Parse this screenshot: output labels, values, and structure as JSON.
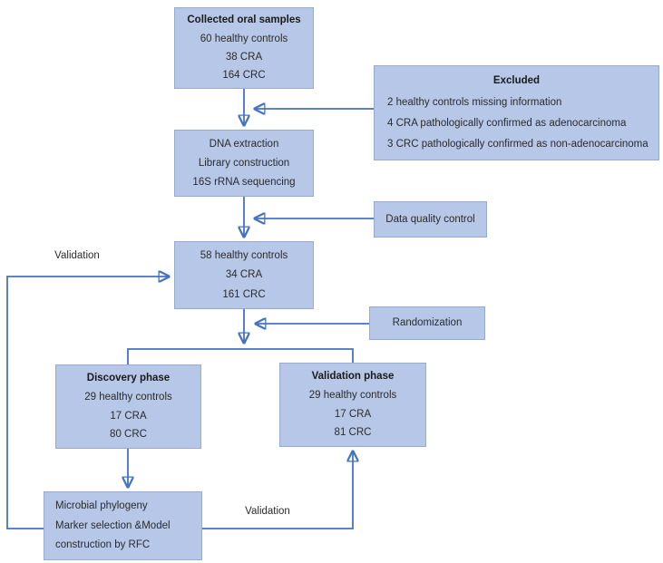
{
  "diagram": {
    "boxes": {
      "collected": {
        "title": "Collected oral samples",
        "lines": [
          "60 healthy controls",
          "38 CRA",
          "164 CRC"
        ]
      },
      "excluded": {
        "title": "Excluded",
        "lines": [
          "2 healthy controls missing information",
          "4 CRA pathologically confirmed as adenocarcinoma",
          "3 CRC pathologically confirmed as non-adenocarcinoma"
        ]
      },
      "dna": {
        "lines": [
          "DNA extraction",
          "Library construction",
          "16S rRNA sequencing"
        ]
      },
      "data_quality": {
        "lines": [
          "Data quality control"
        ]
      },
      "filtered": {
        "lines": [
          "58 healthy controls",
          "34 CRA",
          "161 CRC"
        ]
      },
      "randomization": {
        "lines": [
          "Randomization"
        ]
      },
      "discovery": {
        "title": "Discovery phase",
        "lines": [
          "29 healthy controls",
          "17 CRA",
          "80 CRC"
        ]
      },
      "validation_phase": {
        "title": "Validation phase",
        "lines": [
          "29 healthy controls",
          "17 CRA",
          "81 CRC"
        ]
      },
      "model": {
        "lines": [
          "Microbial phylogeny",
          "Marker selection &Model",
          "construction by RFC"
        ]
      }
    },
    "edge_labels": {
      "validation_left": "Validation",
      "validation_bottom": "Validation"
    },
    "colors": {
      "box_fill": "#b6c7e7",
      "box_border": "#97aad2",
      "arrow": "#4472c4",
      "text": "#2b2b2b"
    }
  }
}
